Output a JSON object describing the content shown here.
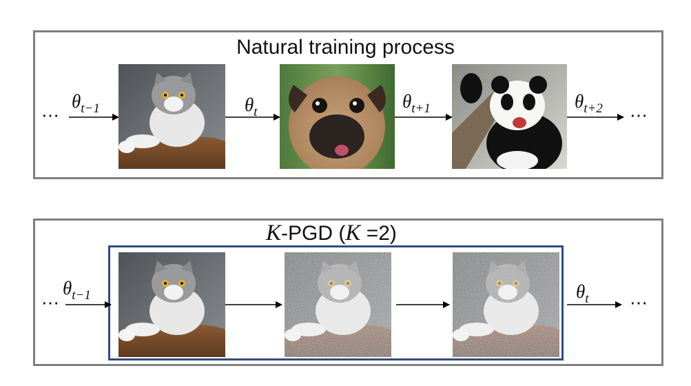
{
  "top_panel": {
    "title": "Natural training process",
    "leading_dots": "⋯",
    "trailing_dots": "⋯",
    "labels": [
      {
        "base": "θ",
        "sub": "t−1"
      },
      {
        "base": "θ",
        "sub": "t"
      },
      {
        "base": "θ",
        "sub": "t+1"
      },
      {
        "base": "θ",
        "sub": "t+2"
      }
    ],
    "images": [
      "cat-photo",
      "pug-photo",
      "panda-photo"
    ]
  },
  "bottom_panel": {
    "title_var": "K",
    "title_mid": "-PGD (",
    "title_var2": "K",
    "title_end": " =2)",
    "leading_dots": "⋯",
    "trailing_dots": "⋯",
    "labels": [
      {
        "base": "θ",
        "sub": "t−1"
      },
      {
        "base": "θ",
        "sub": "t"
      }
    ],
    "images": [
      "cat-photo",
      "perturbed-cat-photo-step-1",
      "perturbed-cat-photo-step-2"
    ]
  },
  "colors": {
    "panel_border": "#7f7f7f",
    "pgd_box_border": "#2f4d7c",
    "arrow": "#000000"
  }
}
